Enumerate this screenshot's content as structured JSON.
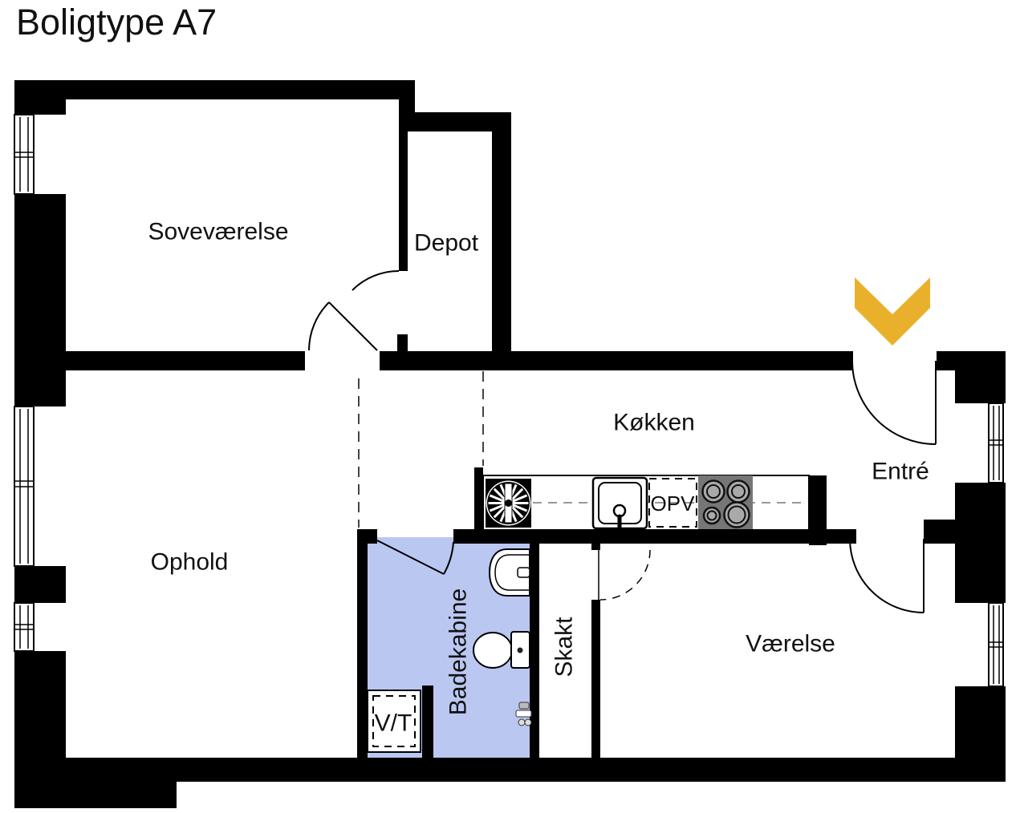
{
  "title": "Boligtype A7",
  "rooms": {
    "bedroom": "Soveværelse",
    "depot": "Depot",
    "kitchen": "Køkken",
    "entry": "Entré",
    "living": "Ophold",
    "bath_cabin": "Badekabine",
    "shaft": "Skakt",
    "room": "Værelse"
  },
  "fixtures": {
    "dishwasher": "OPV",
    "washer_dryer": "V/T"
  },
  "icons": {
    "entry_arrow": "chevron-down-icon",
    "kitchen_fan": "round-fan-icon",
    "kitchen_sink": "sink-icon",
    "stove": "stove-4-burners-icon",
    "washbasin": "washbasin-icon",
    "toilet": "toilet-icon",
    "shower": "shower-fitting-icon"
  },
  "colors": {
    "walls": "#000000",
    "bathroom_fill": "#BAC7F1",
    "entry_arrow": "#E9B12B",
    "stove": "#767676",
    "burner": "#A9A9A9"
  }
}
